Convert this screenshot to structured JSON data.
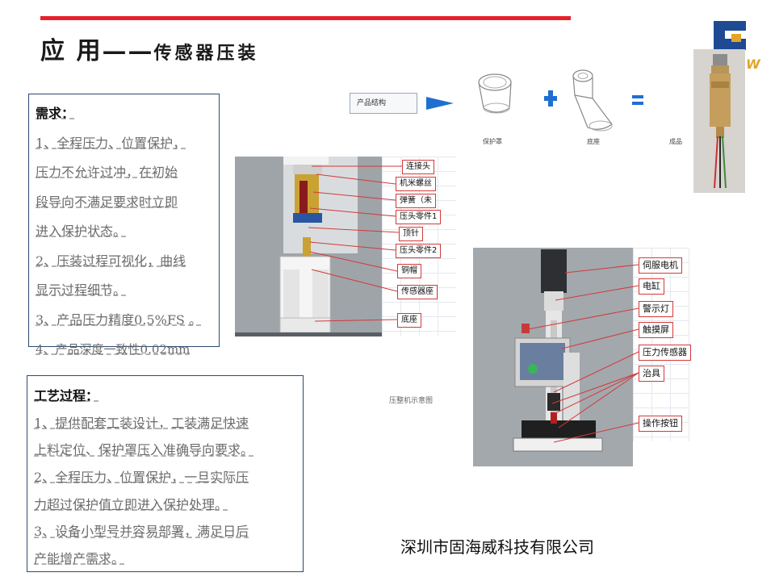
{
  "header": {
    "title": "应 用——",
    "subtitle": "传感器压装",
    "accent_color": "#e8202a",
    "logo_letters": "W"
  },
  "requirements": {
    "heading": "需求：",
    "lines": [
      "1、全程压力、位置保护，",
      "压力不允许过冲，在初始",
      "段导向不满足要求时立即",
      "进入保护状态。",
      "2、压装过程可视化，曲线",
      "显示过程细节。",
      "3、产品压力精度0.5%FS 。",
      "4、产品深度一致性0.02mm"
    ]
  },
  "process": {
    "heading": "工艺过程：",
    "lines": [
      "1、提供配套工装设计，工装满足快速",
      "上料定位、保护罩压入准确导向要求。",
      "2、全程压力、位置保护，一旦实际压",
      "力超过保护值立即进入保护处理。",
      "3、设备小型号并容易部署，满足日后",
      "产能增产需求。"
    ]
  },
  "product_structure": {
    "label": "产品结构",
    "parts": [
      "保护罩",
      "底座",
      "成品"
    ],
    "plus_symbol": "+",
    "equals_symbol": "="
  },
  "tooling_callouts": [
    "连接头",
    "机米螺丝",
    "弹簧（未",
    "压头零件1",
    "顶针",
    "压头零件2",
    "铜帽",
    "传感器座",
    "底座"
  ],
  "machine_callouts": [
    "伺服电机",
    "电缸",
    "警示灯",
    "触摸屏",
    "压力传感器",
    "治具",
    "操作按钮"
  ],
  "figure_caption": "压整机示意图",
  "company": "深圳市固海威科技有限公司",
  "icons": {
    "arrow": "blue-arrow-icon",
    "plus": "blue-plus-icon",
    "equals": "blue-equals-icon",
    "logo": "company-logo-icon"
  }
}
